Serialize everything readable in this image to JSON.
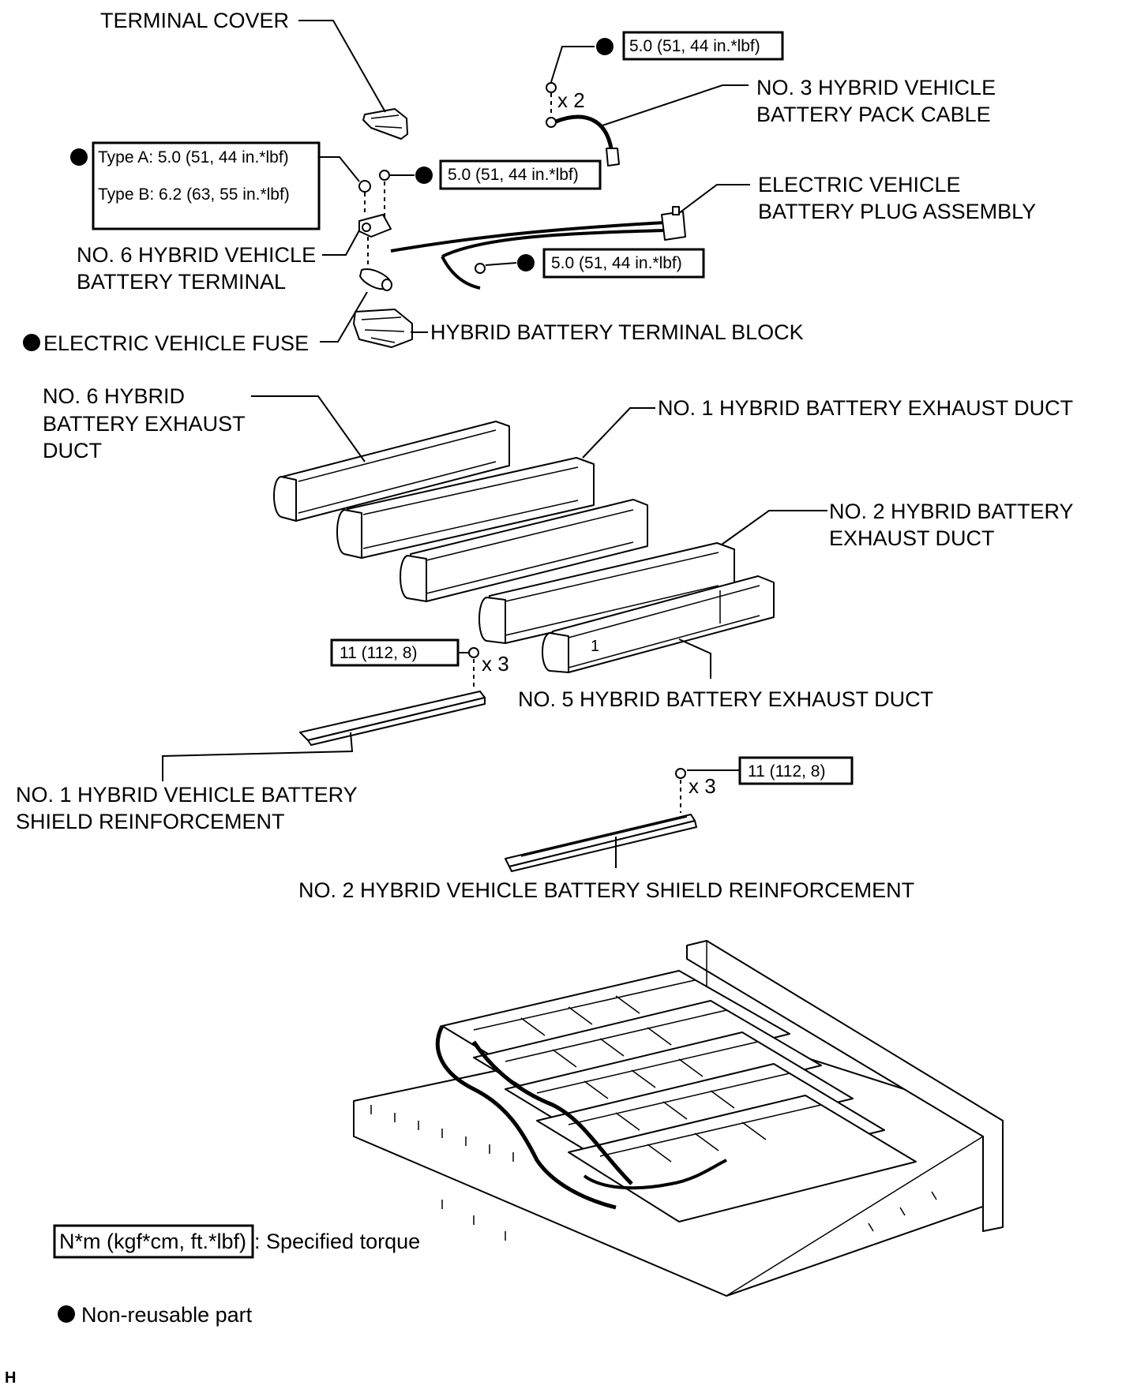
{
  "labels": {
    "terminal_cover": "TERMINAL COVER",
    "no3_cable_line1": "NO. 3 HYBRID VEHICLE",
    "no3_cable_line2": "BATTERY PACK CABLE",
    "ev_plug_line1": "ELECTRIC VEHICLE",
    "ev_plug_line2": "BATTERY PLUG ASSEMBLY",
    "no6_terminal_line1": "NO. 6 HYBRID VEHICLE",
    "no6_terminal_line2": "BATTERY TERMINAL",
    "ev_fuse": "ELECTRIC VEHICLE FUSE",
    "terminal_block": "HYBRID BATTERY TERMINAL BLOCK",
    "no6_duct_line1": "NO. 6 HYBRID",
    "no6_duct_line2": "BATTERY EXHAUST",
    "no6_duct_line3": "DUCT",
    "no1_duct": "NO. 1 HYBRID BATTERY EXHAUST DUCT",
    "no2_duct_line1": "NO. 2 HYBRID BATTERY",
    "no2_duct_line2": "EXHAUST DUCT",
    "no5_duct": "NO. 5 HYBRID BATTERY EXHAUST DUCT",
    "no1_shield_line1": "NO. 1 HYBRID VEHICLE BATTERY",
    "no1_shield_line2": "SHIELD REINFORCEMENT",
    "no2_shield": "NO. 2 HYBRID VEHICLE BATTERY SHIELD REINFORCEMENT",
    "duct_mark": "1"
  },
  "torques": {
    "cable_nut": "5.0 (51, 44 in.*lbf)",
    "terminal_type_a": "Type A: 5.0 (51, 44 in.*lbf)",
    "terminal_type_b": "Type B: 6.2 (63, 55 in.*lbf)",
    "terminal_nut": "5.0 (51, 44 in.*lbf)",
    "plug_nut": "5.0 (51, 44 in.*lbf)",
    "shield1_bolt": "11 (112, 8)",
    "shield2_bolt": "11 (112, 8)"
  },
  "quantities": {
    "cable_nut": "x 2",
    "shield1_bolt": "x 3",
    "shield2_bolt": "x 3"
  },
  "legend": {
    "torque_unit": "N*m (kgf*cm, ft.*lbf)",
    "torque_text": ": Specified torque",
    "non_reusable": "Non-reusable part"
  },
  "footer": {
    "code": "H"
  }
}
